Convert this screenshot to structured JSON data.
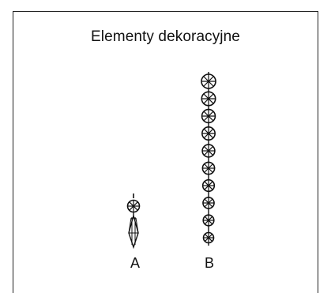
{
  "figure": {
    "title": "Elementy dekoracyjne",
    "items": [
      {
        "label": "A",
        "beads": 1,
        "has_drop": true
      },
      {
        "label": "B",
        "beads": 10,
        "has_drop": false
      }
    ]
  },
  "colors": {
    "stroke": "#111111",
    "border": "#222222",
    "background": "#ffffff"
  }
}
